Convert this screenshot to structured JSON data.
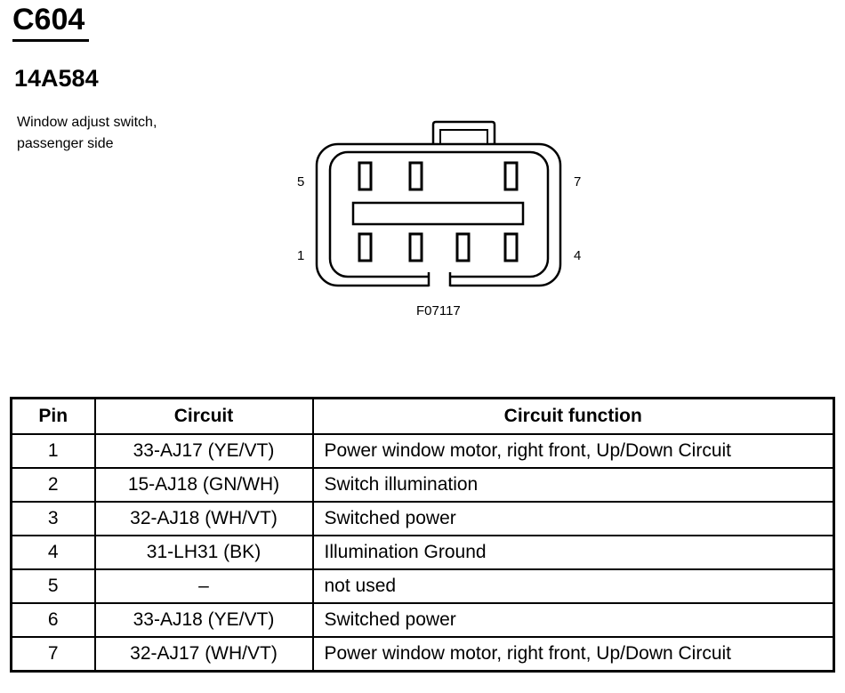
{
  "header": {
    "connector_id": "C604",
    "part_number": "14A584",
    "description": "Window adjust switch, passenger side"
  },
  "connector": {
    "pin_labels": {
      "top_left": "5",
      "top_right": "7",
      "bottom_left": "1",
      "bottom_right": "4"
    },
    "figure_code": "F07117"
  },
  "table": {
    "headers": [
      "Pin",
      "Circuit",
      "Circuit function"
    ],
    "rows": [
      {
        "pin": "1",
        "circuit": "33-AJ17 (YE/VT)",
        "function": "Power window motor, right front, Up/Down Circuit"
      },
      {
        "pin": "2",
        "circuit": "15-AJ18 (GN/WH)",
        "function": "Switch illumination"
      },
      {
        "pin": "3",
        "circuit": "32-AJ18 (WH/VT)",
        "function": "Switched power"
      },
      {
        "pin": "4",
        "circuit": "31-LH31 (BK)",
        "function": "Illumination Ground"
      },
      {
        "pin": "5",
        "circuit": "–",
        "function": "not used"
      },
      {
        "pin": "6",
        "circuit": "33-AJ18 (YE/VT)",
        "function": "Switched power"
      },
      {
        "pin": "7",
        "circuit": "32-AJ17 (WH/VT)",
        "function": "Power window motor, right front, Up/Down Circuit"
      }
    ]
  }
}
